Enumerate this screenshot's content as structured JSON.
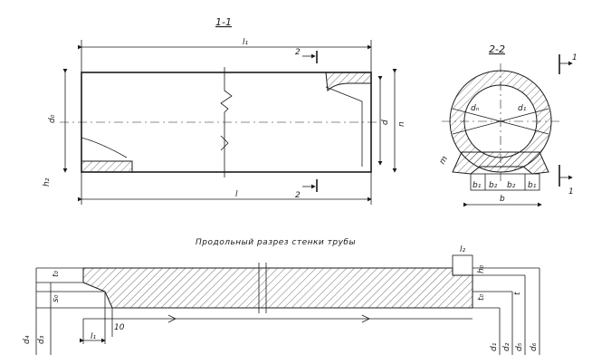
{
  "drawing": {
    "views": {
      "side_section": {
        "title": "1-1",
        "dims": {
          "l1": "l₁",
          "l": "l",
          "d0": "d₀",
          "d": "d",
          "n": "n",
          "h2": "h₂"
        },
        "cut_label": "2"
      },
      "cross_section": {
        "title": "2-2",
        "dims": {
          "dn": "dₙ",
          "d1": "d₁",
          "m": "m",
          "b": "b",
          "b1": "b₁",
          "b2": "b₂"
        },
        "cut_label": "1"
      },
      "wall_section": {
        "caption": "Продольный разрез стенки трубы",
        "dims": {
          "l2": "l₂",
          "l1": "l₁",
          "t0": "t₀",
          "t": "t",
          "h0": "h₀",
          "s0": "s₀",
          "d4": "d₄",
          "d3": "d₃",
          "d1": "d₁",
          "d2": "d₂",
          "d5": "d₅",
          "d6": "d₆",
          "n10": "10"
        }
      }
    }
  }
}
